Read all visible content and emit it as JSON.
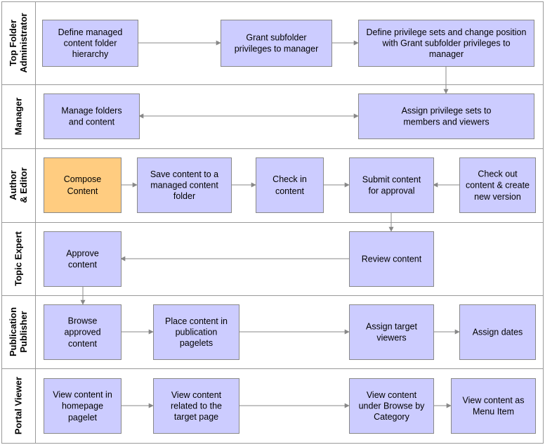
{
  "colors": {
    "box_fill": "#ccccff",
    "box_highlight_fill": "#ffcc80",
    "box_stroke": "#888888",
    "lane_border": "#999999",
    "arrow": "#888888"
  },
  "lanes": [
    {
      "id": "admin",
      "label_lines": [
        "Top Folder",
        "Administrator"
      ]
    },
    {
      "id": "manager",
      "label_lines": [
        "Manager"
      ]
    },
    {
      "id": "author",
      "label_lines": [
        "Author",
        "& Editor"
      ]
    },
    {
      "id": "expert",
      "label_lines": [
        "Topic Expert"
      ]
    },
    {
      "id": "publisher",
      "label_lines": [
        "Publication",
        "Publisher"
      ]
    },
    {
      "id": "viewer",
      "label_lines": [
        "Portal Viewer"
      ]
    }
  ],
  "boxes": [
    {
      "id": "define-hierarchy",
      "lines": [
        "Define managed",
        "content folder",
        "hierarchy"
      ]
    },
    {
      "id": "grant-privileges",
      "lines": [
        "Grant subfolder",
        "privileges to manager"
      ]
    },
    {
      "id": "define-privilege-sets",
      "lines": [
        "Define privilege sets and change position",
        "with Grant subfolder privileges to",
        "manager"
      ]
    },
    {
      "id": "manage-folders",
      "lines": [
        "Manage folders",
        "and content"
      ]
    },
    {
      "id": "assign-privilege-sets",
      "lines": [
        "Assign privilege sets to",
        "members and viewers"
      ]
    },
    {
      "id": "compose-content",
      "lines": [
        "Compose",
        "Content"
      ],
      "highlight": true
    },
    {
      "id": "save-content",
      "lines": [
        "Save content to a",
        "managed content",
        "folder"
      ]
    },
    {
      "id": "check-in",
      "lines": [
        "Check in",
        "content"
      ]
    },
    {
      "id": "submit-approval",
      "lines": [
        "Submit content",
        "for approval"
      ]
    },
    {
      "id": "check-out",
      "lines": [
        "Check out",
        "content & create",
        "new version"
      ]
    },
    {
      "id": "approve-content",
      "lines": [
        "Approve",
        "content"
      ]
    },
    {
      "id": "review-content",
      "lines": [
        "Review content"
      ]
    },
    {
      "id": "browse-approved",
      "lines": [
        "Browse",
        "approved",
        "content"
      ]
    },
    {
      "id": "place-content",
      "lines": [
        "Place content in",
        "publication",
        "pagelets"
      ]
    },
    {
      "id": "assign-target-viewers",
      "lines": [
        "Assign target",
        "viewers"
      ]
    },
    {
      "id": "assign-dates",
      "lines": [
        "Assign dates"
      ]
    },
    {
      "id": "view-homepage",
      "lines": [
        "View content in",
        "homepage",
        "pagelet"
      ]
    },
    {
      "id": "view-related",
      "lines": [
        "View content",
        "related to the",
        "target page"
      ]
    },
    {
      "id": "view-browse-category",
      "lines": [
        "View content",
        "under Browse by",
        "Category"
      ]
    },
    {
      "id": "view-menu-item",
      "lines": [
        "View content as",
        "Menu Item"
      ]
    }
  ],
  "connections": [
    {
      "from": "define-hierarchy",
      "to": "grant-privileges"
    },
    {
      "from": "grant-privileges",
      "to": "define-privilege-sets"
    },
    {
      "from": "define-privilege-sets",
      "to": "assign-privilege-sets"
    },
    {
      "from": "manage-folders",
      "to": "assign-privilege-sets",
      "bidirectional": true
    },
    {
      "from": "compose-content",
      "to": "save-content"
    },
    {
      "from": "save-content",
      "to": "check-in"
    },
    {
      "from": "check-in",
      "to": "submit-approval"
    },
    {
      "from": "check-out",
      "to": "submit-approval"
    },
    {
      "from": "submit-approval",
      "to": "review-content"
    },
    {
      "from": "review-content",
      "to": "approve-content"
    },
    {
      "from": "approve-content",
      "to": "browse-approved"
    },
    {
      "from": "browse-approved",
      "to": "place-content"
    },
    {
      "from": "place-content",
      "to": "assign-target-viewers"
    },
    {
      "from": "assign-target-viewers",
      "to": "assign-dates"
    },
    {
      "from": "view-homepage",
      "to": "view-related"
    },
    {
      "from": "view-related",
      "to": "view-browse-category"
    },
    {
      "from": "view-browse-category",
      "to": "view-menu-item"
    }
  ]
}
